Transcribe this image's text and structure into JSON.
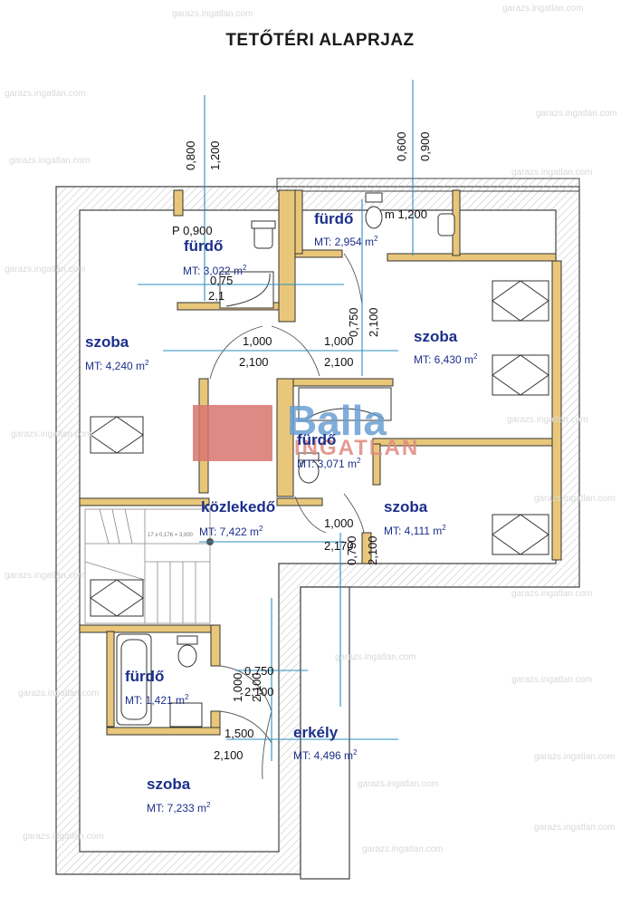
{
  "title": "TETŐTÉRI ALAPRJAZ",
  "unit_suffix": "m",
  "rooms": [
    {
      "name": "fürdő",
      "area": "MT: 3,022"
    },
    {
      "name": "fürdő",
      "area": "MT: 2,954"
    },
    {
      "name": "szoba",
      "area": "MT: 4,240"
    },
    {
      "name": "szoba",
      "area": "MT: 6,430"
    },
    {
      "name": "fürdő",
      "area": "MT: 3,071"
    },
    {
      "name": "közlekedő",
      "area": "MT: 7,422"
    },
    {
      "name": "szoba",
      "area": "MT: 4,111"
    },
    {
      "name": "fürdő",
      "area": "MT: 1,421"
    },
    {
      "name": "erkély",
      "area": "MT: 4,496"
    },
    {
      "name": "szoba",
      "area": "MT: 7,233"
    }
  ],
  "dims": {
    "top_left_a": "0,800",
    "top_left_b": "1,200",
    "top_right_a": "0,600",
    "top_right_b": "0,900",
    "door_900": "0,900",
    "door_1200": "1,200",
    "d_075": "0,75",
    "d_21": "2,1",
    "d_1000_a": "1,000",
    "d_2100_a": "2,100",
    "d_1000_b": "1,000",
    "d_2100_b": "2,100",
    "v_0750_a": "0,750",
    "v_2100_a": "2,100",
    "d_1000_c": "1,000",
    "d_2170": "2,170",
    "v_0750_b": "0,750",
    "v_2100_b": "2,100",
    "d_0750_c": "0,750",
    "d_2100_c": "2,100",
    "v_1000_d": "1,000",
    "v_2100_d": "2,100",
    "d_1500": "1,500",
    "d_2100_e": "2,100",
    "stair_note": "17 x 0,176 = 3,000"
  },
  "logo": {
    "name": "Balla",
    "sub": "INGATLAN"
  },
  "watermark": "garazs.ingatlan.com",
  "colors": {
    "wall": "#e8c77a",
    "wall_edge": "#333333",
    "axis": "#2a8fc0",
    "text": "#1b2f8a"
  }
}
